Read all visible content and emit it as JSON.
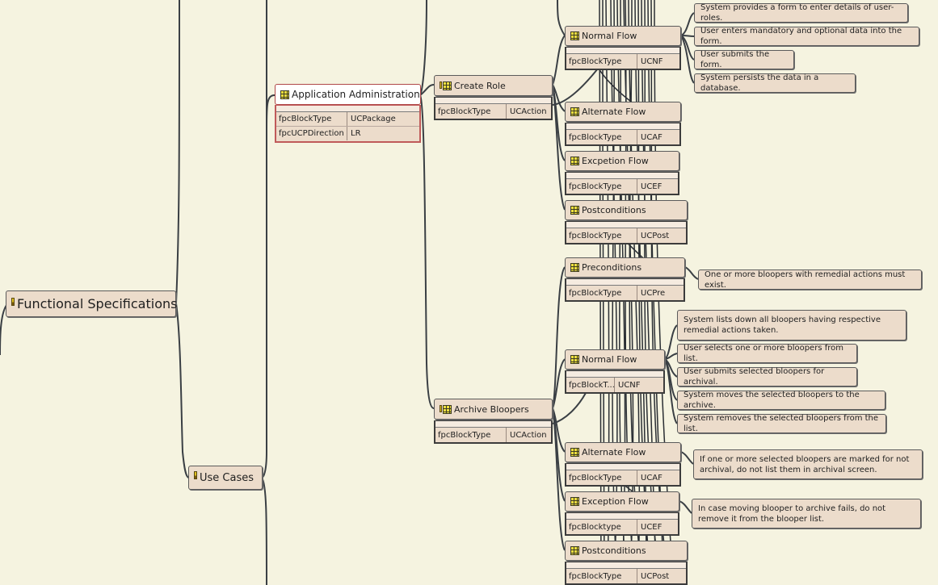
{
  "root": {
    "label": "Functional Specifications",
    "icon": "pin-icon"
  },
  "use_cases": {
    "label": "Use Cases",
    "icon": "pin-icon"
  },
  "app_admin": {
    "label": "Application Administration",
    "attrs": [
      {
        "key": "fpcBlockType",
        "value": "UCPackage"
      },
      {
        "key": "fpcUCPDirection",
        "value": "LR"
      }
    ]
  },
  "create_role": {
    "label": "Create Role",
    "attrs": [
      {
        "key": "fpcBlockType",
        "value": "UCAction"
      }
    ],
    "flows": {
      "normal": {
        "label": "Normal Flow",
        "key": "fpcBlockType",
        "value": "UCNF",
        "notes": [
          "System provides a form to enter details of user-roles.",
          "User enters mandatory and optional data into the form.",
          "User submits the form.",
          "System persists the data in a database."
        ]
      },
      "alternate": {
        "label": "Alternate Flow",
        "key": "fpcBlockType",
        "value": "UCAF"
      },
      "exception": {
        "label": "Excpetion Flow",
        "key": "fpcBlockType",
        "value": "UCEF"
      },
      "post": {
        "label": "Postconditions",
        "key": "fpcBlockType",
        "value": "UCPost"
      }
    }
  },
  "archive": {
    "label": "Archive Bloopers",
    "attrs": [
      {
        "key": "fpcBlockType",
        "value": "UCAction"
      }
    ],
    "flows": {
      "pre": {
        "label": "Preconditions",
        "key": "fpcBlockType",
        "value": "UCPre",
        "note": "One or more bloopers with remedial actions must exist."
      },
      "normal": {
        "label": "Normal Flow",
        "key": "fpcBlockT...",
        "value": "UCNF",
        "notes": [
          "System lists down all bloopers having respective remedial actions taken.",
          "User selects one or more bloopers from list.",
          "User submits selected bloopers for archival.",
          "System moves the selected bloopers to the archive.",
          "System removes the selected bloopers from the list."
        ]
      },
      "alternate": {
        "label": "Alternate Flow",
        "key": "fpcBlockType",
        "value": "UCAF",
        "note": "If one or more selected bloopers are marked for not archival, do not list them in archival screen."
      },
      "exception": {
        "label": "Exception Flow",
        "key": "fpcBlocktype",
        "value": "UCEF",
        "note": "In case moving blooper to archive fails, do not remove it from the blooper list."
      },
      "post": {
        "label": "Postconditions",
        "key": "fpcBlockType",
        "value": "UCPost"
      }
    }
  },
  "colors": {
    "background": "#f5f3e0",
    "node": "#ecdccb",
    "line": "#3a3f44",
    "selected_border": "#c05a5a"
  }
}
